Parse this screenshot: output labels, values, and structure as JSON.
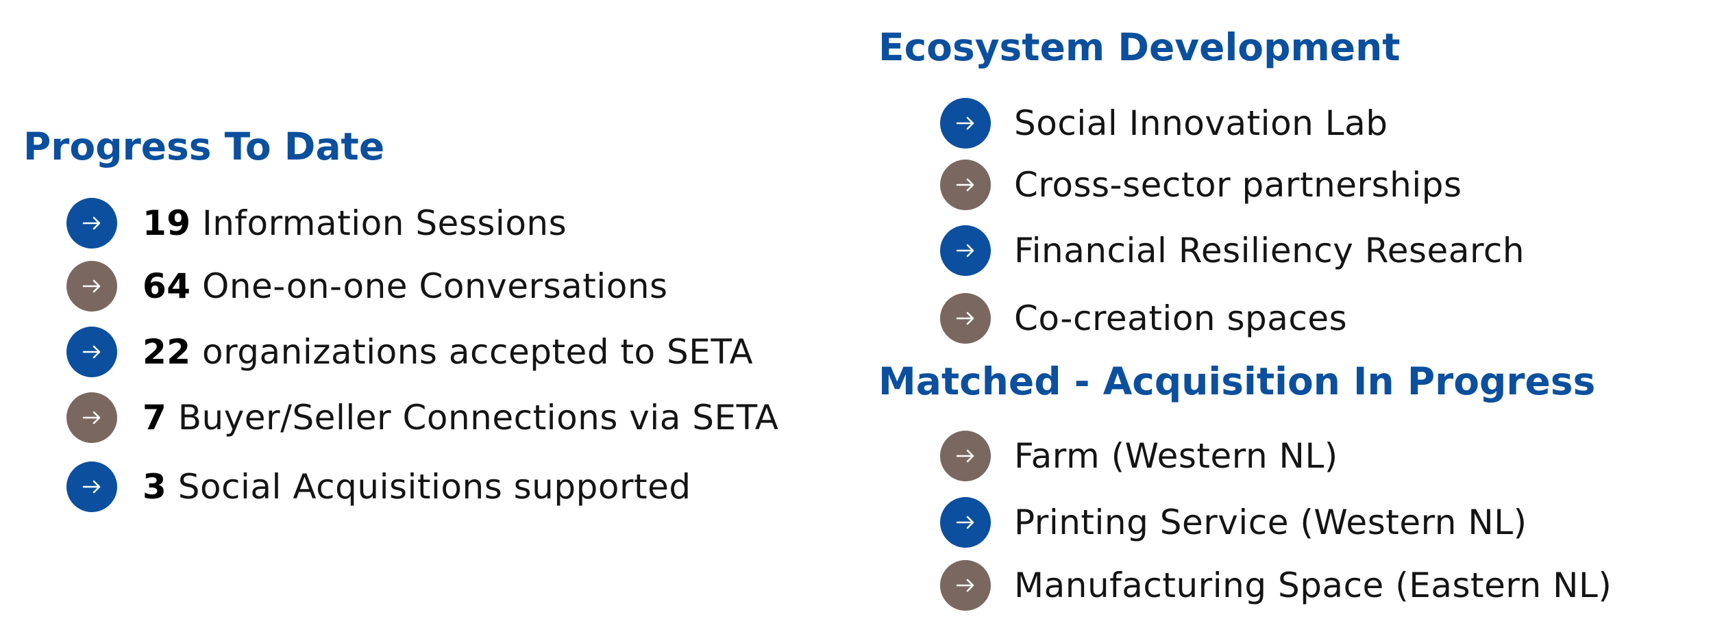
{
  "colors": {
    "heading": "#0b4f9e",
    "bullet_blue": "#0b4f9e",
    "bullet_taupe": "#7a6860"
  },
  "icons": {
    "bullet": "arrow-right-icon"
  },
  "progress": {
    "title": "Progress To Date",
    "items": [
      {
        "number": "19",
        "label": "Information Sessions",
        "bullet": "blue"
      },
      {
        "number": "64",
        "label": "One-on-one Conversations",
        "bullet": "taupe"
      },
      {
        "number": "22",
        "label": "organizations accepted to SETA",
        "bullet": "blue"
      },
      {
        "number": "7",
        "label": "Buyer/Seller Connections via SETA",
        "bullet": "taupe"
      },
      {
        "number": "3",
        "label": "Social Acquisitions supported",
        "bullet": "blue"
      }
    ]
  },
  "ecosystem": {
    "title": "Ecosystem Development",
    "items": [
      {
        "label": "Social Innovation Lab",
        "bullet": "blue"
      },
      {
        "label": "Cross-sector partnerships",
        "bullet": "taupe"
      },
      {
        "label": "Financial Resiliency Research",
        "bullet": "blue"
      },
      {
        "label": "Co-creation spaces",
        "bullet": "taupe"
      }
    ]
  },
  "matched": {
    "title": "Matched - Acquisition In Progress",
    "items": [
      {
        "label": "Farm (Western NL)",
        "bullet": "taupe"
      },
      {
        "label": "Printing Service (Western NL)",
        "bullet": "blue"
      },
      {
        "label": "Manufacturing Space (Eastern NL)",
        "bullet": "taupe"
      }
    ]
  }
}
